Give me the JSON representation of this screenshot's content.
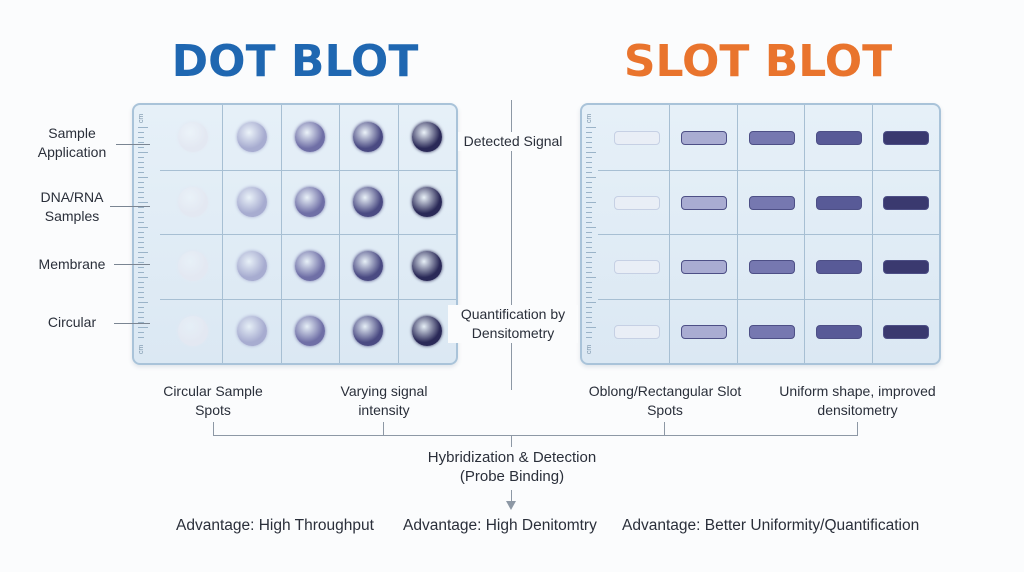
{
  "titles": {
    "dot": "DOT BLOT",
    "slot": "SLOT BLOT"
  },
  "dot_blot": {
    "side_labels": [
      "Sample Application",
      "DNA/RNA Samples",
      "Membrane",
      "Circular"
    ],
    "ruler_unit": "cm",
    "rows": 4,
    "columns": 5,
    "intensity_colors": [
      "#e3e8f2",
      "#a7acd0",
      "#6f6fa6",
      "#4a4a82",
      "#2a2957"
    ],
    "bottom_labels": [
      "Circular Sample Spots",
      "Varying signal intensity"
    ],
    "advantage": "Advantage: High Throughput"
  },
  "middle_labels": {
    "top": "Detected Signal",
    "bottom": "Quantification by Densitometry"
  },
  "slot_blot": {
    "ruler_unit": "cm",
    "rows": 4,
    "columns": 5,
    "intensity_colors": [
      "#e9eef6",
      "#a9acd2",
      "#7678b0",
      "#585a97",
      "#3a396f"
    ],
    "bottom_labels": [
      "Oblong/Rectangular Slot Spots",
      "Uniform shape, improved densitometry"
    ],
    "advantages": [
      "Advantage: High Denitomtry",
      "Advantage: Better Uniformity/Quantification"
    ]
  },
  "detection": {
    "line1": "Hybridization & Detection",
    "line2": "(Probe Binding)"
  }
}
